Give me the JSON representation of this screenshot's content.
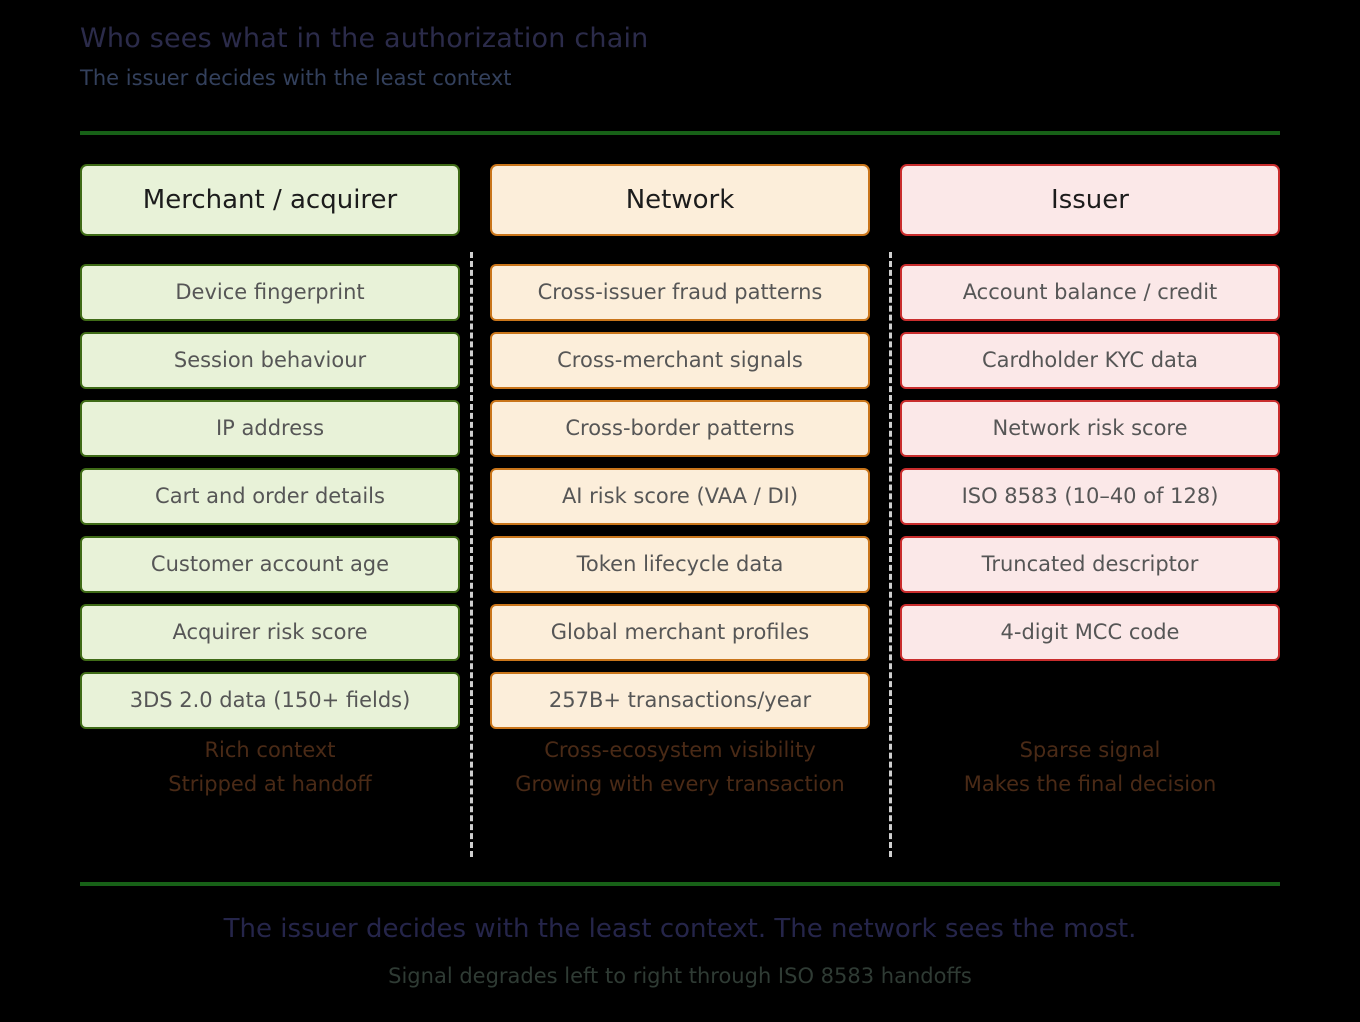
{
  "header": {
    "title": "Who sees what in the authorization chain",
    "subtitle": "The issuer decides with the least context"
  },
  "colors": {
    "background": "#000000",
    "rule": "#176117",
    "divider": "#cfcfcf",
    "title": "#2b2b4a",
    "subtitle": "#33405c",
    "cell_text": "#565656",
    "header_text": "#1c1c1c",
    "footer_text": "#4a2a16",
    "merchant_fill": "#e8f2d8",
    "merchant_border": "#3f6b17",
    "network_fill": "#fceeda",
    "network_border": "#c9751a",
    "issuer_fill": "#fbe8e8",
    "issuer_border": "#c92d2d"
  },
  "columns": [
    {
      "header": "Merchant / acquirer",
      "items": [
        "Device fingerprint",
        "Session behaviour",
        "IP address",
        "Cart and order details",
        "Customer account age",
        "Acquirer risk score",
        "3DS 2.0 data (150+ fields)"
      ],
      "footer_strong": "Rich context",
      "footer_sub": "Stripped at handoff"
    },
    {
      "header": "Network",
      "items": [
        "Cross-issuer fraud patterns",
        "Cross-merchant signals",
        "Cross-border patterns",
        "AI risk score (VAA / DI)",
        "Token lifecycle data",
        "Global merchant profiles",
        "257B+ transactions/year"
      ],
      "footer_strong": "Cross-ecosystem visibility",
      "footer_sub": "Growing with every transaction"
    },
    {
      "header": "Issuer",
      "items": [
        "Account balance / credit",
        "Cardholder KYC data",
        "Network risk score",
        "ISO 8583 (10–40 of 128)",
        "Truncated descriptor",
        "4-digit MCC code"
      ],
      "footer_strong": "Sparse signal",
      "footer_sub": "Makes the final decision"
    }
  ],
  "conclusion": {
    "main": "The issuer decides with the least context. The network sees the most.",
    "sub": "Signal degrades left to right through ISO 8583 handoffs"
  }
}
